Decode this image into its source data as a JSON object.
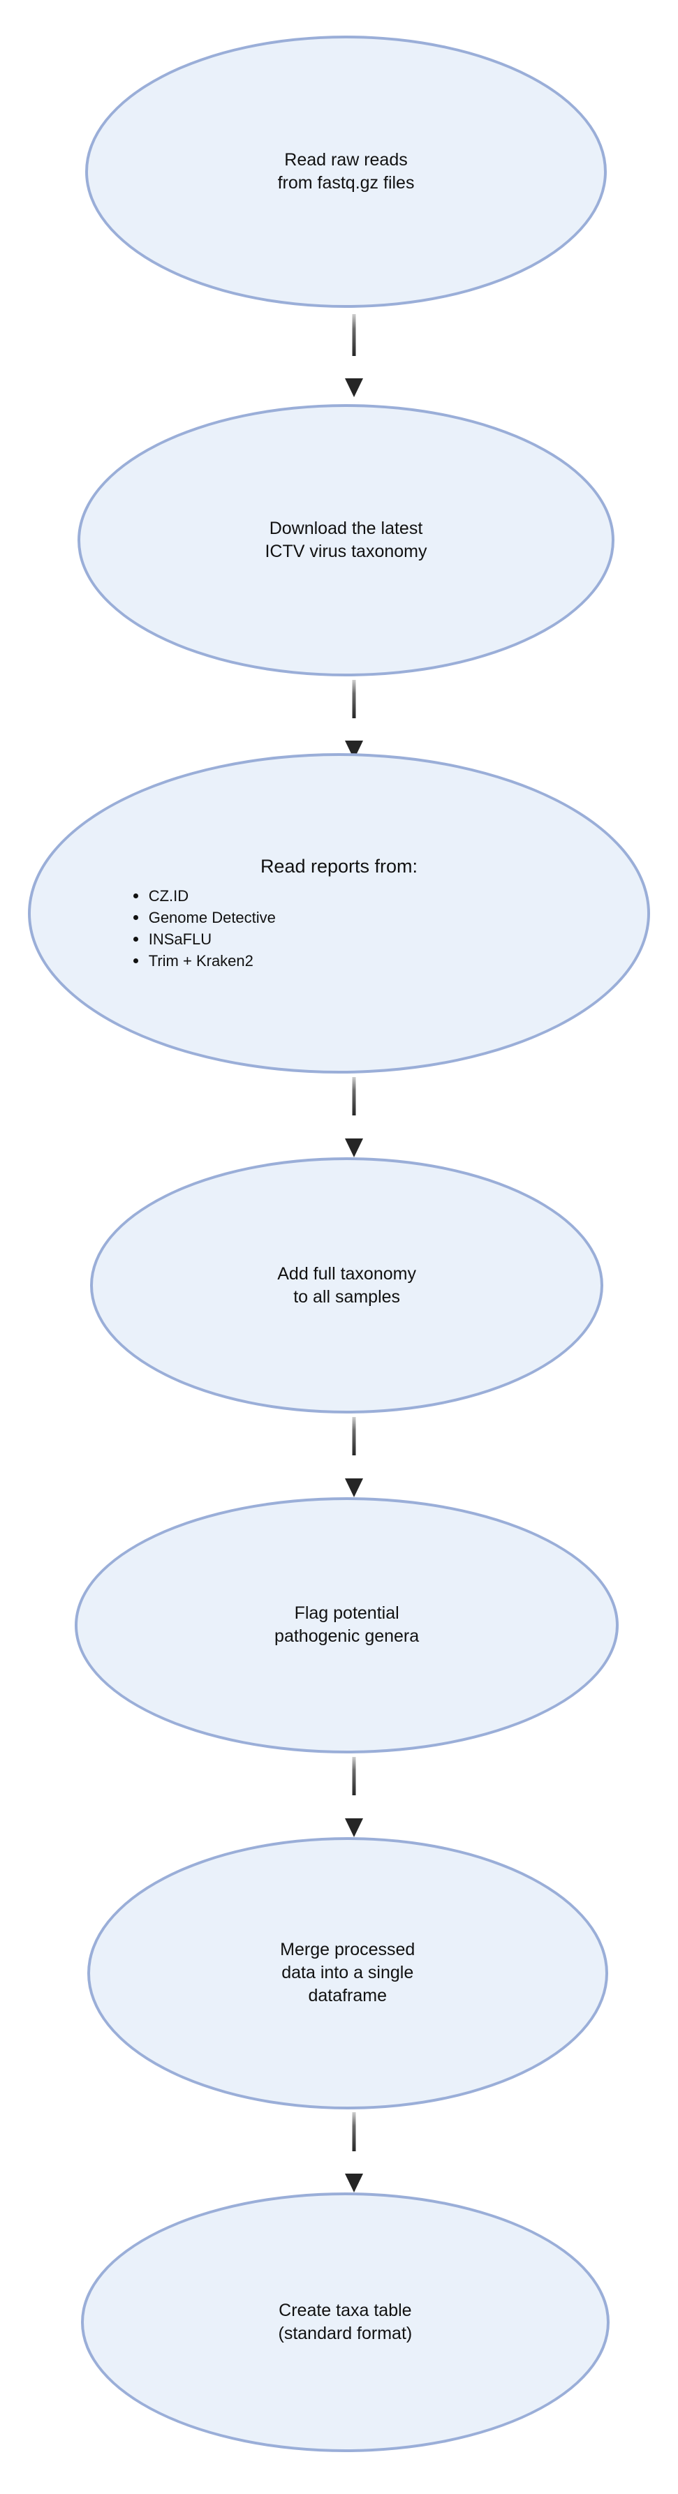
{
  "diagram": {
    "type": "flowchart",
    "orientation": "vertical-top-to-bottom",
    "node_shape": "ellipse",
    "colors": {
      "node_fill": "#eaf1fa",
      "node_border": "#9aaed8",
      "text": "#111111",
      "arrow": "#252525",
      "background": "#ffffff"
    },
    "nodes": [
      {
        "id": "read-raw-reads",
        "text": "Read raw reads\nfrom fastq.gz files"
      },
      {
        "id": "download-ictv-taxonomy",
        "text": "Download the latest\nICTV virus taxonomy"
      },
      {
        "id": "read-reports-from",
        "heading": "Read reports from:",
        "bullets": [
          "CZ.ID",
          "Genome Detective",
          "INSaFLU",
          "Trim + Kraken2"
        ]
      },
      {
        "id": "add-full-taxonomy",
        "text": "Add full taxonomy\nto all samples"
      },
      {
        "id": "flag-pathogenic-genera",
        "text": "Flag potential\npathogenic genera"
      },
      {
        "id": "merge-processed-data",
        "text": "Merge processed\ndata into a single\ndataframe"
      },
      {
        "id": "create-taxa-table",
        "text": "Create taxa table\n(standard format)"
      }
    ],
    "edges": [
      {
        "from": "read-raw-reads",
        "to": "download-ictv-taxonomy"
      },
      {
        "from": "download-ictv-taxonomy",
        "to": "read-reports-from"
      },
      {
        "from": "read-reports-from",
        "to": "add-full-taxonomy"
      },
      {
        "from": "add-full-taxonomy",
        "to": "flag-pathogenic-genera"
      },
      {
        "from": "flag-pathogenic-genera",
        "to": "merge-processed-data"
      },
      {
        "from": "merge-processed-data",
        "to": "create-taxa-table"
      }
    ]
  }
}
